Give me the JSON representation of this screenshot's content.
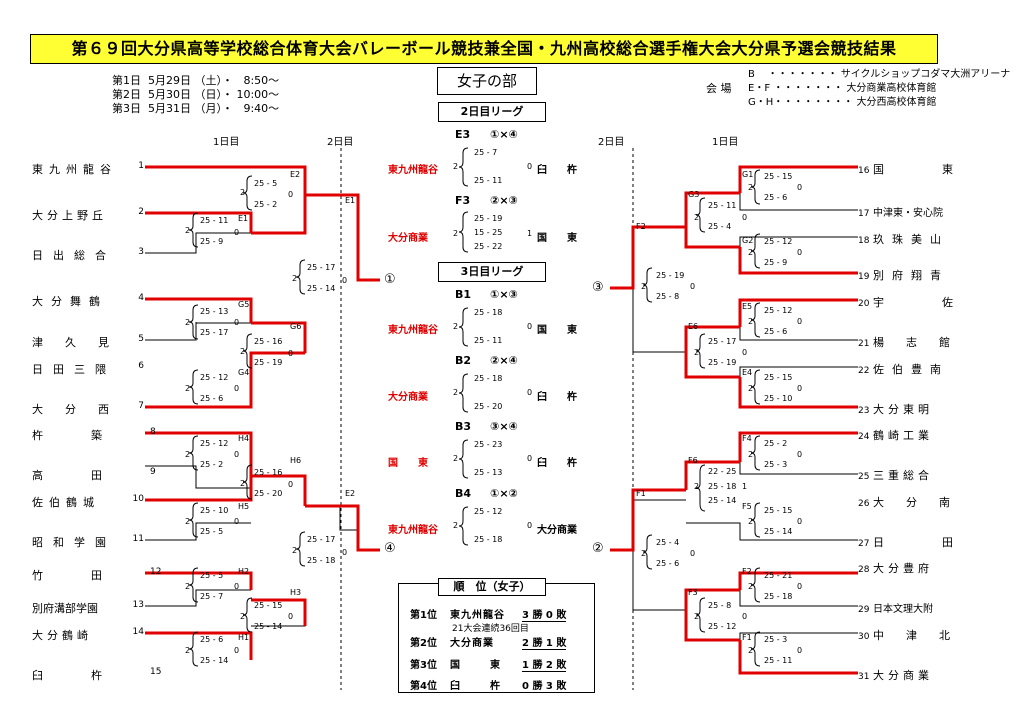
{
  "title": "第６９回大分県高等学校総合体育大会バレーボール競技兼全国・九州高校総合選手権大会大分県予選会競技結果",
  "schedule": [
    "第1日  5月29日 （土）・   8:50〜",
    "第2日  5月30日 （日）・ 10:00〜",
    "第3日  5月31日 （月）・   9:40〜"
  ],
  "division": "女子の部",
  "venue_label": "会 場",
  "venues": [
    "B    ・・・・・・・ サイクルショップコダマ大洲アリーナ",
    "E・F ・・・・・・・ 大分商業高校体育館",
    "G・H・・・・・・・・ 大分西高校体育館"
  ],
  "headers": {
    "day1": "1日目",
    "day2": "2日目"
  },
  "league": {
    "day2": "2日目リーグ",
    "day3": "3日目リーグ"
  },
  "left_teams": [
    {
      "name": "東九州龍谷",
      "seed": "1"
    },
    {
      "name": "大分上野丘",
      "seed": "2"
    },
    {
      "name": "日出総合",
      "seed": "3"
    },
    {
      "name": "大分舞鶴",
      "seed": "4"
    },
    {
      "name": "津久見",
      "seed": "5"
    },
    {
      "name": "日田三隈",
      "seed": "6"
    },
    {
      "name": "大分西",
      "seed": "7"
    },
    {
      "name": "杵築",
      "seed": "8"
    },
    {
      "name": "高田",
      "seed": "9"
    },
    {
      "name": "佐伯鶴城",
      "seed": "10"
    },
    {
      "name": "昭和学園",
      "seed": "11"
    },
    {
      "name": "竹田",
      "seed": "12"
    },
    {
      "name": "別府溝部学園",
      "seed": "13"
    },
    {
      "name": "大分鶴崎",
      "seed": "14"
    },
    {
      "name": "臼杵",
      "seed": "15"
    }
  ],
  "right_teams": [
    {
      "name": "国東",
      "seed": "16"
    },
    {
      "name": "中津東・安心院",
      "seed": "17"
    },
    {
      "name": "玖珠美山",
      "seed": "18"
    },
    {
      "name": "別府翔青",
      "seed": "19"
    },
    {
      "name": "宇佐",
      "seed": "20"
    },
    {
      "name": "楊志館",
      "seed": "21"
    },
    {
      "name": "佐伯豊南",
      "seed": "22"
    },
    {
      "name": "大分東明",
      "seed": "23"
    },
    {
      "name": "鶴崎工業",
      "seed": "24"
    },
    {
      "name": "三重総合",
      "seed": "25"
    },
    {
      "name": "大分南",
      "seed": "26"
    },
    {
      "name": "日田",
      "seed": "27"
    },
    {
      "name": "大分豊府",
      "seed": "28"
    },
    {
      "name": "日本文理大附",
      "seed": "29"
    },
    {
      "name": "中津北",
      "seed": "30"
    },
    {
      "name": "大分商業",
      "seed": "31"
    }
  ],
  "left_matches": [
    {
      "code": "E2",
      "a": "2",
      "s1": "25 - 5",
      "s2": "25 - 2",
      "b": "0"
    },
    {
      "code": "E1",
      "a": "2",
      "s1": "25 - 11",
      "s2": "25 - 9",
      "b": "0"
    },
    {
      "code": "E1",
      "a": "2",
      "s1": "25 - 17",
      "s2": "25 - 14",
      "b": "0"
    },
    {
      "code": "G5",
      "a": "2",
      "s1": "25 - 13",
      "s2": "25 - 17",
      "b": "0"
    },
    {
      "code": "G6",
      "a": "2",
      "s1": "25 - 16",
      "s2": "25 - 19",
      "b": "0"
    },
    {
      "code": "G4",
      "a": "2",
      "s1": "25 - 12",
      "s2": "25 - 6",
      "b": "0"
    },
    {
      "code": "H4",
      "a": "2",
      "s1": "25 - 12",
      "s2": "25 - 2",
      "b": "0"
    },
    {
      "code": "H6",
      "a": "2",
      "s1": "25 - 16",
      "s2": "25 - 20",
      "b": "0"
    },
    {
      "code": "H5",
      "a": "2",
      "s1": "25 - 10",
      "s2": "25 - 5",
      "b": "0"
    },
    {
      "code": "E2",
      "a": "2",
      "s1": "25 - 17",
      "s2": "25 - 18",
      "b": "0"
    },
    {
      "code": "H2",
      "a": "2",
      "s1": "25 - 5",
      "s2": "25 - 7",
      "b": "0"
    },
    {
      "code": "H3",
      "a": "2",
      "s1": "25 - 15",
      "s2": "25 - 14",
      "b": "0"
    },
    {
      "code": "H1",
      "a": "2",
      "s1": "25 - 6",
      "s2": "25 - 14",
      "b": "0"
    }
  ],
  "right_matches": [
    {
      "code": "G1",
      "a": "2",
      "s1": "25 - 15",
      "s2": "25 - 6",
      "b": "0"
    },
    {
      "code": "G3",
      "a": "2",
      "s1": "25 - 11",
      "s2": "25 - 4",
      "b": "0"
    },
    {
      "code": "G2",
      "a": "2",
      "s1": "25 - 12",
      "s2": "25 - 9",
      "b": "0"
    },
    {
      "code": "F2",
      "a": "2",
      "s1": "25 - 19",
      "s2": "25 - 8",
      "b": "0"
    },
    {
      "code": "E5",
      "a": "2",
      "s1": "25 - 12",
      "s2": "25 - 6",
      "b": "0"
    },
    {
      "code": "E6",
      "a": "2",
      "s1": "25 - 17",
      "s2": "25 - 19",
      "b": "0"
    },
    {
      "code": "E4",
      "a": "2",
      "s1": "25 - 15",
      "s2": "25 - 10",
      "b": "0"
    },
    {
      "code": "F4",
      "a": "2",
      "s1": "25 - 2",
      "s2": "25 - 3",
      "b": "0"
    },
    {
      "code": "F6",
      "a": "2",
      "s1": "22 - 25",
      "s2": "25 - 18",
      "s3": "25 - 14",
      "b": "1"
    },
    {
      "code": "F5",
      "a": "2",
      "s1": "25 - 15",
      "s2": "25 - 14",
      "b": "0"
    },
    {
      "code": "F1",
      "a": "2",
      "s1": "25 - 4",
      "s2": "25 - 6",
      "b": "0"
    },
    {
      "code": "F2",
      "a": "2",
      "s1": "25 - 21",
      "s2": "25 - 18",
      "b": "0"
    },
    {
      "code": "F3",
      "a": "2",
      "s1": "25 - 8",
      "s2": "25 - 12",
      "b": "0"
    },
    {
      "code": "F1",
      "a": "2",
      "s1": "25 - 3",
      "s2": "25 - 11",
      "b": "0"
    }
  ],
  "finals_labels": {
    "p1": "①",
    "p2": "②",
    "p3": "③",
    "p4": "④"
  },
  "league_matches": [
    {
      "code": "E3",
      "pair": "①×④",
      "home": "東九州龍谷",
      "a": "2",
      "sets": [
        "25 - 7",
        "25 - 11"
      ],
      "b": "0",
      "away": "臼　　杵"
    },
    {
      "code": "F3",
      "pair": "②×③",
      "home": "大分商業",
      "a": "2",
      "sets": [
        "25 - 19",
        "15 - 25",
        "25 - 22"
      ],
      "b": "1",
      "away": "国　　東"
    },
    {
      "code": "B1",
      "pair": "①×③",
      "home": "東九州龍谷",
      "a": "2",
      "sets": [
        "25 - 18",
        "25 - 11"
      ],
      "b": "0",
      "away": "国　　東"
    },
    {
      "code": "B2",
      "pair": "②×④",
      "home": "大分商業",
      "a": "2",
      "sets": [
        "25 - 18",
        "25 - 20"
      ],
      "b": "0",
      "away": "臼　　杵"
    },
    {
      "code": "B3",
      "pair": "③×④",
      "home": "国　　東",
      "a": "2",
      "sets": [
        "25 - 23",
        "25 - 13"
      ],
      "b": "0",
      "away": "臼　　杵"
    },
    {
      "code": "B4",
      "pair": "①×②",
      "home": "東九州龍谷",
      "a": "2",
      "sets": [
        "25 - 12",
        "25 - 18"
      ],
      "b": "0",
      "away": "大分商業"
    }
  ],
  "ranking": {
    "title": "順　位（女子）",
    "rows": [
      {
        "place": "第1位",
        "team": "東九州龍谷",
        "record": "3 勝 0 敗"
      },
      {
        "place": "第2位",
        "team": "大分商業",
        "record": "2 勝 1 敗"
      },
      {
        "place": "第3位",
        "team": "国　　　東",
        "record": "1 勝 2 敗"
      },
      {
        "place": "第4位",
        "team": "臼　　　杵",
        "record": "0 勝 3 敗"
      }
    ],
    "note": "21大会連続36回目"
  }
}
